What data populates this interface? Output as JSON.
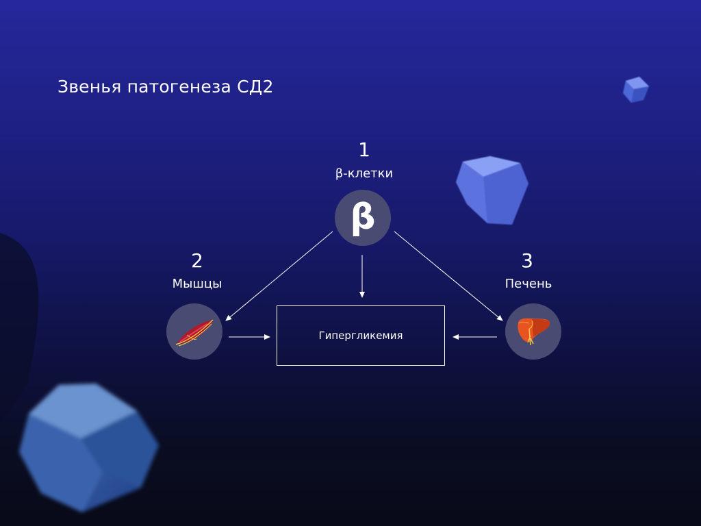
{
  "title": "Звенья патогенеза СД2",
  "nodes": {
    "beta": {
      "number": "1",
      "label": "β-клетки",
      "symbol": "β",
      "icon": "beta-symbol-icon"
    },
    "muscle": {
      "number": "2",
      "label": "Мышцы",
      "icon": "muscle-icon"
    },
    "liver": {
      "number": "3",
      "label": "Печень",
      "icon": "liver-icon"
    }
  },
  "center": {
    "label": "Гипергликемия"
  },
  "colors": {
    "background_top": "#25279c",
    "background_bottom": "#080a18",
    "circle_fill": "#4a4b72",
    "line_color": "#ffffff",
    "muscle_red": "#b3172a",
    "liver_orange": "#e8541f",
    "nerve_yellow": "#f2c14a",
    "crystal_blue": "#5a6fe0"
  }
}
